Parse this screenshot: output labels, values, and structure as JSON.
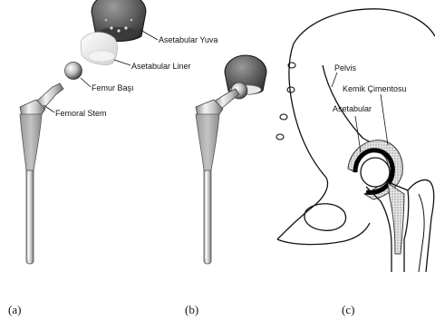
{
  "panel_a": {
    "labels": {
      "cup": "Asetabular Yuva",
      "liner": "Asetabular Liner",
      "head": "Femur Başı",
      "stem": "Femoral Stem"
    },
    "caption": "(a)"
  },
  "panel_b": {
    "caption": "(b)"
  },
  "panel_c": {
    "labels": {
      "pelvis": "Pelvis",
      "cement": "Kemik Çimentosu",
      "acetabulum": "Asetabular"
    },
    "caption": "(c)"
  }
}
